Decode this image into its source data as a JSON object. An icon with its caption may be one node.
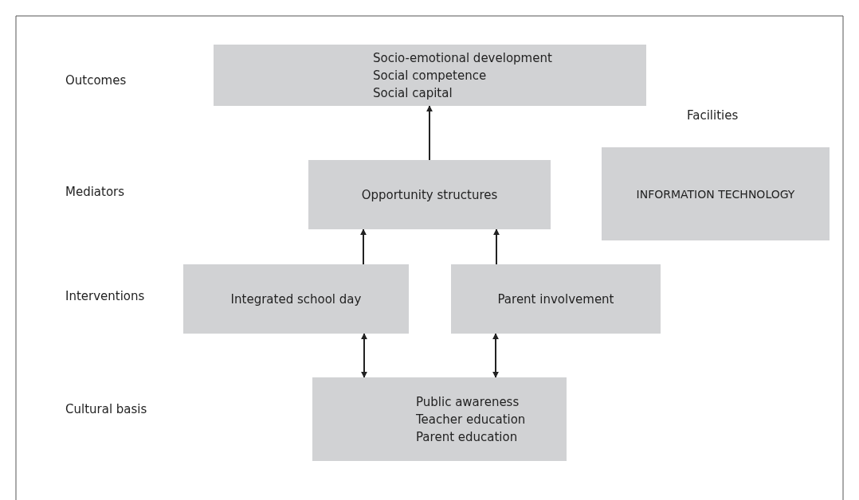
{
  "diagram": {
    "nodes": [
      {
        "text": [
          "Socio-emotional development",
          "Social competence",
          "Social capital"
        ]
      },
      {
        "text": [
          "Opportunity structures"
        ]
      },
      {
        "text": [
          "INFORMATION TECHNOLOGY"
        ]
      },
      {
        "text": [
          "Integrated school day"
        ]
      },
      {
        "text": [
          "Parent involvement"
        ]
      },
      {
        "text": [
          "Public awareness",
          "Teacher education",
          "Parent education"
        ]
      }
    ],
    "edges": [
      {
        "from": 1,
        "to": 0,
        "arrow": "to"
      },
      {
        "from": 3,
        "to": 1,
        "arrow": "to"
      },
      {
        "from": 4,
        "to": 1,
        "arrow": "to"
      },
      {
        "from": 3,
        "to": 5,
        "arrow": "both"
      },
      {
        "from": 4,
        "to": 5,
        "arrow": "both"
      }
    ],
    "labels": [
      "Outcomes",
      "Facilities",
      "Mediators",
      "Interventions",
      "Cultural basis"
    ]
  }
}
